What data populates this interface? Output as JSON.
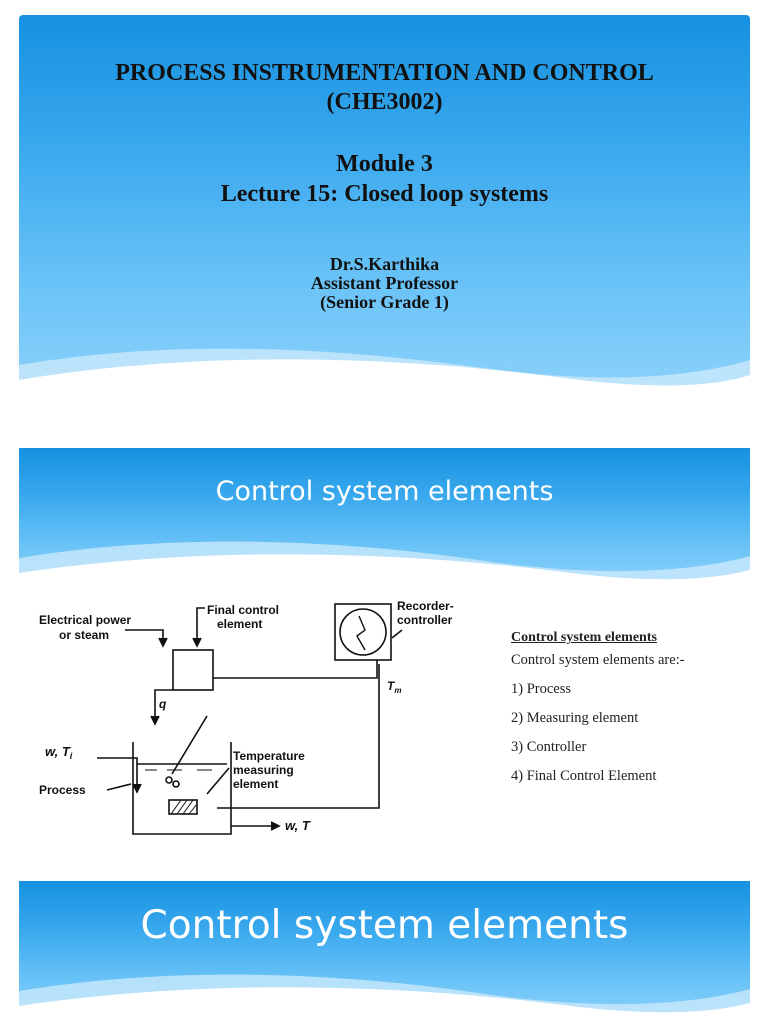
{
  "slide1": {
    "course_line1": "PROCESS INSTRUMENTATION AND CONTROL",
    "course_line2": "(CHE3002)",
    "module": "Module 3",
    "lecture": "Lecture 15: Closed loop systems",
    "author_name": "Dr.S.Karthika",
    "author_title": "Assistant Professor",
    "author_grade": "(Senior Grade 1)"
  },
  "slide2": {
    "title": "Control system elements",
    "diagram": {
      "labels": {
        "power_line1": "Electrical power",
        "power_line2": "or steam",
        "final_line1": "Final control",
        "final_line2": "element",
        "recorder_line1": "Recorder-",
        "recorder_line2": "controller",
        "q": "q",
        "tm": "T",
        "tm_sub": "m",
        "w": "w, T",
        "w_sub": "i",
        "process": "Process",
        "temp_line1": "Temperature",
        "temp_line2": "measuring",
        "temp_line3": "element",
        "outlet": "w, T"
      }
    },
    "elements": {
      "heading": "Control system elements",
      "intro": "Control system elements are:-",
      "items": [
        "1)  Process",
        "2)  Measuring element",
        "3)  Controller",
        "4)  Final Control Element"
      ]
    }
  },
  "slide3": {
    "title": "Control system elements"
  },
  "colors": {
    "banner_dark": "#1691e0",
    "banner_light": "#8ed2fb",
    "title_text": "#111111",
    "subtitle_text": "#ffffff"
  }
}
